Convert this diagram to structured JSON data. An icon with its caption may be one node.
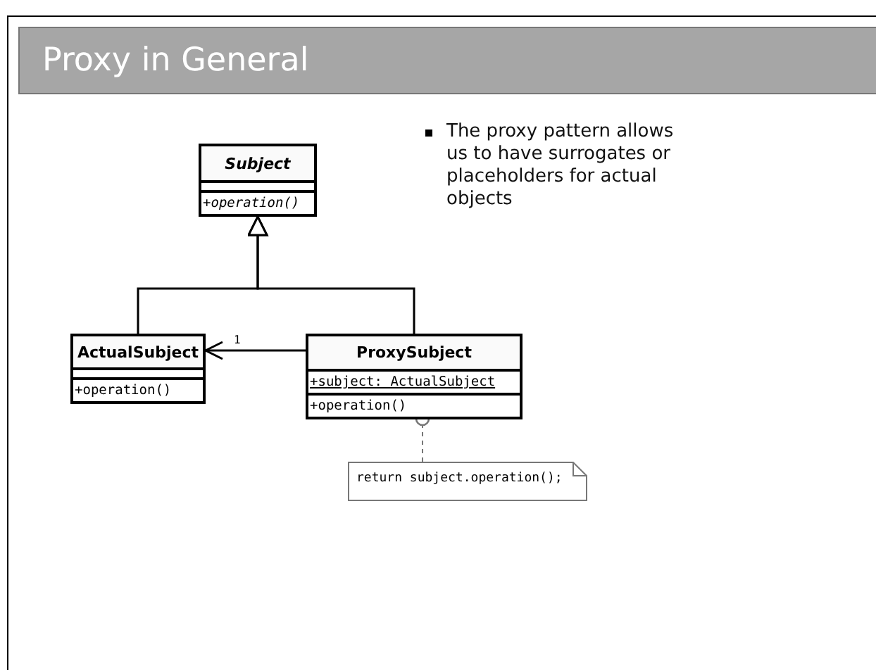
{
  "diagram": {
    "title": "Proxy in General",
    "nodes": [
      {
        "text": [
          "Subject",
          "+operation()"
        ]
      },
      {
        "text": [
          "ActualSubject",
          "+operation()"
        ]
      },
      {
        "text": [
          "ProxySubject",
          "+subject: ActualSubject",
          "+operation()"
        ]
      },
      {
        "text": [
          "return subject.operation();"
        ]
      }
    ],
    "edges": [
      {
        "from": 1,
        "to": 0,
        "arrow": "to"
      },
      {
        "from": 2,
        "to": 0,
        "arrow": "to"
      },
      {
        "from": 2,
        "to": 1,
        "arrow": "to",
        "label": "1"
      },
      {
        "from": 3,
        "to": 2,
        "arrow": "other",
        "style": "dashed",
        "color": "#777777"
      }
    ],
    "labels": [
      "The proxy pattern allows us to have surrogates or placeholders for actual objects"
    ]
  }
}
